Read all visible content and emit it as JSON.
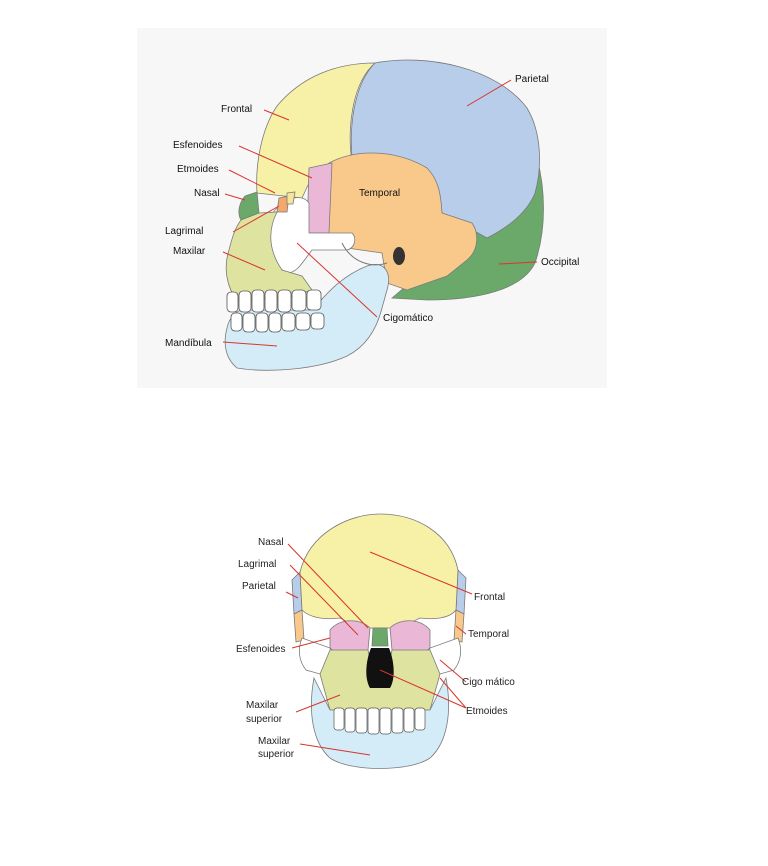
{
  "lateral": {
    "labels": {
      "frontal": "Frontal",
      "parietal": "Parietal",
      "esfenoides": "Esfenoides",
      "etmoides": "Etmoides",
      "nasal": "Nasal",
      "lagrimal": "Lagrimal",
      "maxilar": "Maxilar",
      "temporal": "Temporal",
      "occipital": "Occipital",
      "cigomatico": "Cigomático",
      "mandibula": "Mandíbula"
    }
  },
  "frontal": {
    "labels": {
      "nasal": "Nasal",
      "lagrimal": "Lagrimal",
      "parietal": "Parietal",
      "esfenoides": "Esfenoides",
      "maxilar_superior_1_line1": "Maxilar",
      "maxilar_superior_1_line2": "superior",
      "maxilar_superior_2_line1": "Maxilar",
      "maxilar_superior_2_line2": "superior",
      "frontal": "Frontal",
      "temporal": "Temporal",
      "cigomatico": "Cigo mático",
      "etmoides": "Etmoides"
    }
  },
  "colors": {
    "frontal": "#f7f1a8",
    "parietal": "#b7cdea",
    "temporal": "#f9c98b",
    "occipital": "#6aa96a",
    "esfenoides": "#eab8d6",
    "cigomatico": "#ffffff",
    "maxilar": "#dfe3a0",
    "mandibula": "#d4ecf7",
    "nasal": "#6aa96a",
    "leader": "#d9352e"
  }
}
